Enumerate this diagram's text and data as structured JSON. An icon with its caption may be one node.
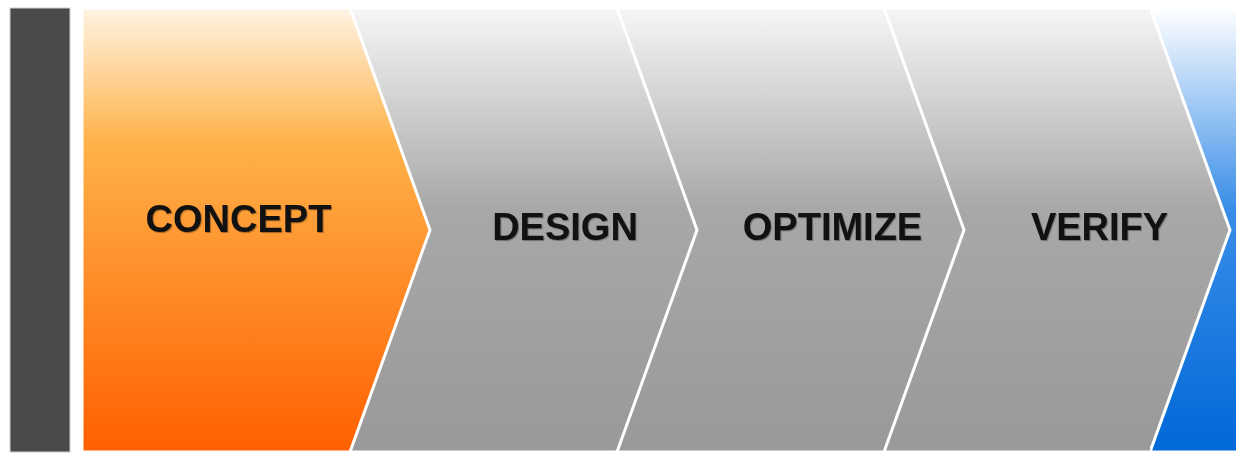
{
  "diagram": {
    "nodes": [
      {
        "text": [],
        "shape": "bar"
      },
      {
        "text": [
          "CONCEPT"
        ]
      },
      {
        "text": [
          "DESIGN"
        ]
      },
      {
        "text": [
          "OPTIMIZE"
        ]
      },
      {
        "text": [
          "VERIFY"
        ]
      },
      {
        "text": [],
        "shape": "chevron"
      }
    ]
  }
}
